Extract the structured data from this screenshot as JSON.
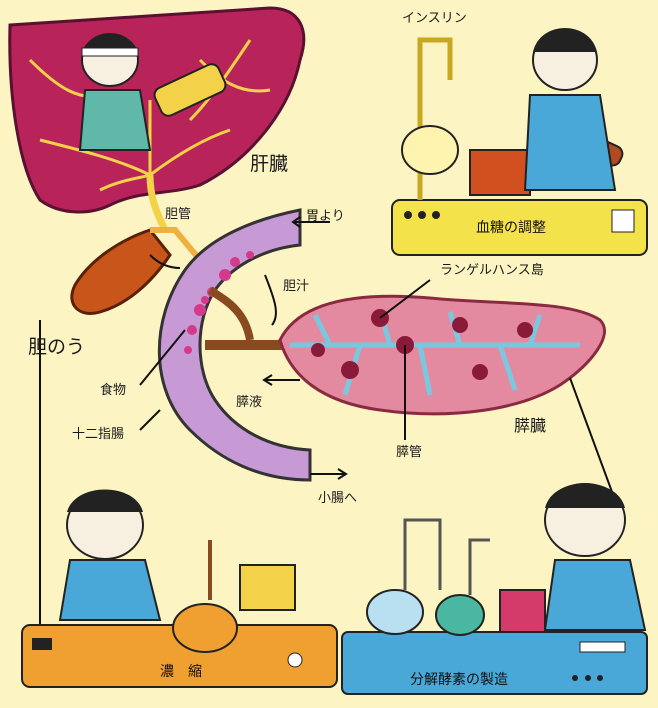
{
  "labels": {
    "insulin": "インスリン",
    "liver": "肝臓",
    "bile_duct": "胆管",
    "from_stomach": "胃より",
    "blood_sugar": "血糖の調整",
    "langerhans": "ランゲルハンス島",
    "bile": "胆汁",
    "gallbladder": "胆のう",
    "food": "食物",
    "pancreatic_juice": "膵液",
    "duodenum": "十二指腸",
    "pancreas": "膵臓",
    "pancreatic_duct": "膵管",
    "to_small_intestine": "小腸へ",
    "concentration": "濃　縮",
    "digestive_enzymes": "分解酵素の製造"
  },
  "colors": {
    "background": "#fdf4c4",
    "liver": "#b8245a",
    "gallbladder": "#c8551a",
    "duodenum": "#c79ad6",
    "pancreas": "#e48aa0",
    "bile_vessel": "#f3d24a",
    "machine_yellow": "#f4e24a",
    "machine_orange": "#f0a030",
    "machine_blue": "#4aa8d8"
  }
}
